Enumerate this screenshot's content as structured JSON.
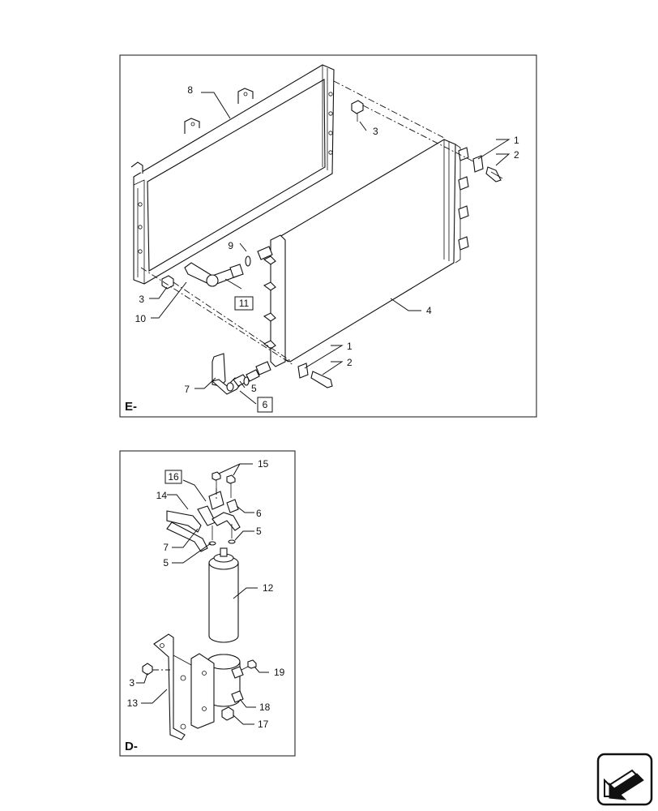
{
  "views": [
    {
      "id": "E",
      "label": "E-"
    },
    {
      "id": "D",
      "label": "D-"
    }
  ],
  "callouts_e": [
    {
      "text": "8"
    },
    {
      "text": "3"
    },
    {
      "text": "1"
    },
    {
      "text": "2"
    },
    {
      "text": "9"
    },
    {
      "text": "11",
      "boxed": true
    },
    {
      "text": "3"
    },
    {
      "text": "10"
    },
    {
      "text": "4"
    },
    {
      "text": "1"
    },
    {
      "text": "2"
    },
    {
      "text": "7"
    },
    {
      "text": "5"
    },
    {
      "text": "6",
      "boxed": true
    }
  ],
  "callouts_d": [
    {
      "text": "15"
    },
    {
      "text": "16",
      "boxed": true
    },
    {
      "text": "14"
    },
    {
      "text": "6"
    },
    {
      "text": "7"
    },
    {
      "text": "5"
    },
    {
      "text": "5"
    },
    {
      "text": "12"
    },
    {
      "text": "19"
    },
    {
      "text": "3"
    },
    {
      "text": "13"
    },
    {
      "text": "18"
    },
    {
      "text": "17"
    }
  ],
  "nav_icon": "arrow-navigation-icon"
}
